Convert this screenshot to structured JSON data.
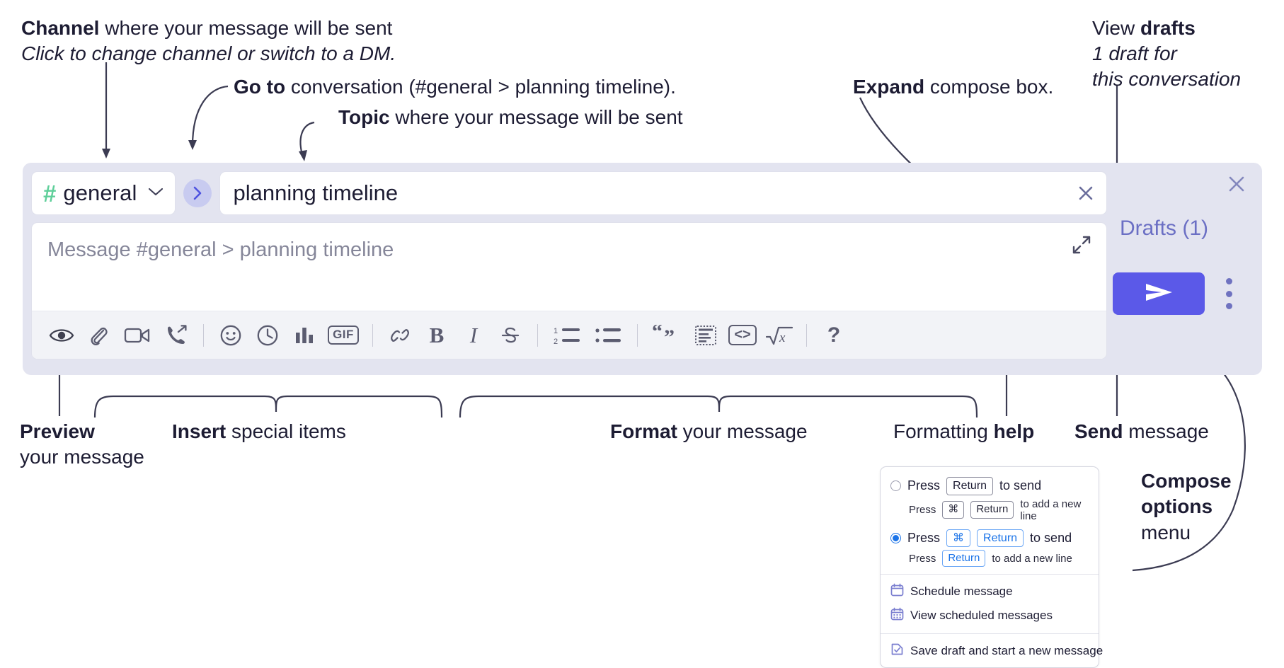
{
  "annotations": {
    "channel": {
      "strong": "Channel",
      "rest": " where your message will be sent",
      "sub": "Click to change channel or switch to a DM."
    },
    "goto": {
      "strong": "Go to",
      "rest": " conversation (#general > planning timeline)."
    },
    "topic": {
      "strong": "Topic",
      "rest": " where your message will be sent"
    },
    "expand": {
      "strong": "Expand",
      "rest": " compose box."
    },
    "drafts": {
      "lead": "View ",
      "strong": "drafts",
      "sub1": "1 draft for",
      "sub2": "this conversation"
    },
    "preview": {
      "strong": "Preview",
      "sub": "your message"
    },
    "insert": {
      "strong": "Insert",
      "rest": " special items"
    },
    "format": {
      "strong": "Format",
      "rest": " your message"
    },
    "help": {
      "lead": "Formatting ",
      "strong": "help"
    },
    "send": {
      "strong": "Send",
      "rest": " message"
    },
    "compose_options": {
      "strong1": "Compose",
      "strong2": "options",
      "rest": "menu"
    }
  },
  "compose": {
    "channel": {
      "hash": "#",
      "name": "general",
      "chevron_icon": "chevron-down-icon"
    },
    "goto_icon": "chevron-right-icon",
    "topic": {
      "value": "planning timeline",
      "clear_icon": "close-icon"
    },
    "message": {
      "placeholder": "Message #general > planning timeline",
      "value": ""
    },
    "expand_icon": "expand-icon",
    "close_icon": "close-icon",
    "drafts_label": "Drafts (1)",
    "send_icon": "send-paper-plane-icon",
    "options_icon": "kebab-vertical-icon",
    "toolbar": {
      "insert_group": [
        {
          "name": "eye-icon",
          "label": "Preview"
        },
        {
          "name": "paperclip-icon",
          "label": "Attach file"
        },
        {
          "name": "video-camera-icon",
          "label": "Video clip"
        },
        {
          "name": "phone-forward-icon",
          "label": "Audio clip"
        }
      ],
      "special_group": [
        {
          "name": "smiley-icon",
          "label": "Emoji"
        },
        {
          "name": "clock-icon",
          "label": "Reminder"
        },
        {
          "name": "bar-chart-icon",
          "label": "Poll"
        },
        {
          "name": "gif-icon",
          "label": "GIF"
        }
      ],
      "format_group": [
        {
          "name": "link-icon",
          "label": "Link"
        },
        {
          "name": "bold-icon",
          "label": "B"
        },
        {
          "name": "italic-icon",
          "label": "I"
        },
        {
          "name": "strikethrough-icon",
          "label": "Strikethrough"
        }
      ],
      "list_group": [
        {
          "name": "ordered-list-icon",
          "label": "Ordered list"
        },
        {
          "name": "bulleted-list-icon",
          "label": "Bulleted list"
        }
      ],
      "block_group": [
        {
          "name": "blockquote-icon",
          "label": "Blockquote"
        },
        {
          "name": "code-block-icon",
          "label": "Code block"
        },
        {
          "name": "inline-code-icon",
          "label": "Code"
        },
        {
          "name": "math-icon",
          "label": "Math"
        }
      ],
      "help": {
        "name": "help-icon",
        "label": "?"
      },
      "gif_text": "GIF",
      "bold_text": "B",
      "italic_text": "I",
      "help_text": "?"
    }
  },
  "popup": {
    "option_1": {
      "main_pre": "Press",
      "main_key": "Return",
      "main_post": "to send",
      "hint_pre": "Press",
      "hint_key1": "⌘",
      "hint_key2": "Return",
      "hint_post": "to add a new line",
      "selected": false
    },
    "option_2": {
      "main_pre": "Press",
      "main_key1": "⌘",
      "main_key2": "Return",
      "main_post": "to send",
      "hint_pre": "Press",
      "hint_key": "Return",
      "hint_post": "to add a new line",
      "selected": true
    },
    "items": [
      {
        "icon": "calendar-schedule-icon",
        "label": "Schedule message"
      },
      {
        "icon": "calendar-list-icon",
        "label": "View scheduled messages"
      },
      {
        "icon": "save-draft-icon",
        "label": "Save draft and start a new message"
      }
    ]
  },
  "colors": {
    "compose_bg": "#e3e4f0",
    "send_purple": "#5b59e8",
    "accent_green": "#5fcf9a",
    "drafts_purple": "#6b6fc4",
    "text_dark": "#1d1c33",
    "blue_key": "#1a73e8"
  }
}
